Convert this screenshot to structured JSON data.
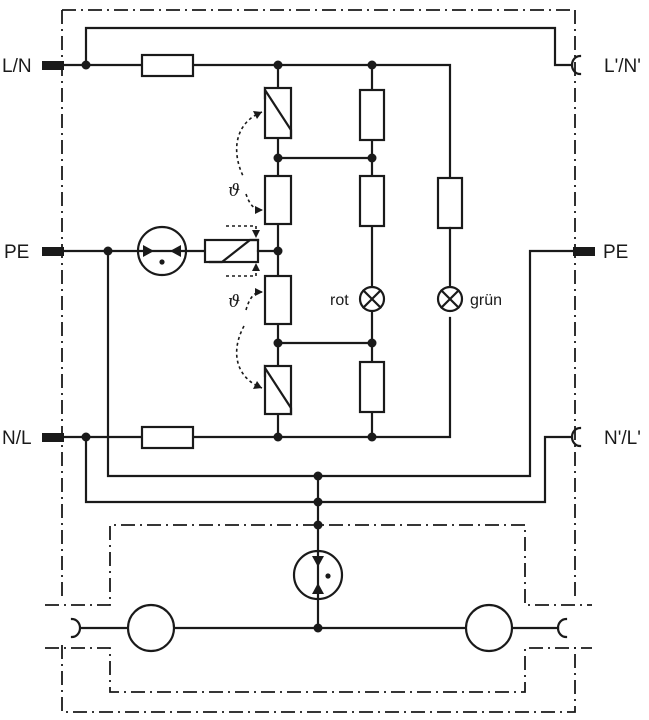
{
  "terminals": {
    "left_top": "L/N",
    "left_mid": "PE",
    "left_bottom": "N/L",
    "right_top": "L'/N'",
    "right_mid": "PE",
    "right_bottom": "N'/L'"
  },
  "indicators": {
    "red": "rot",
    "green": "grün"
  },
  "thermal": {
    "upper": "ϑ",
    "lower": "ϑ"
  },
  "colors": {
    "line": "#1a1a1a",
    "background": "#ffffff"
  }
}
